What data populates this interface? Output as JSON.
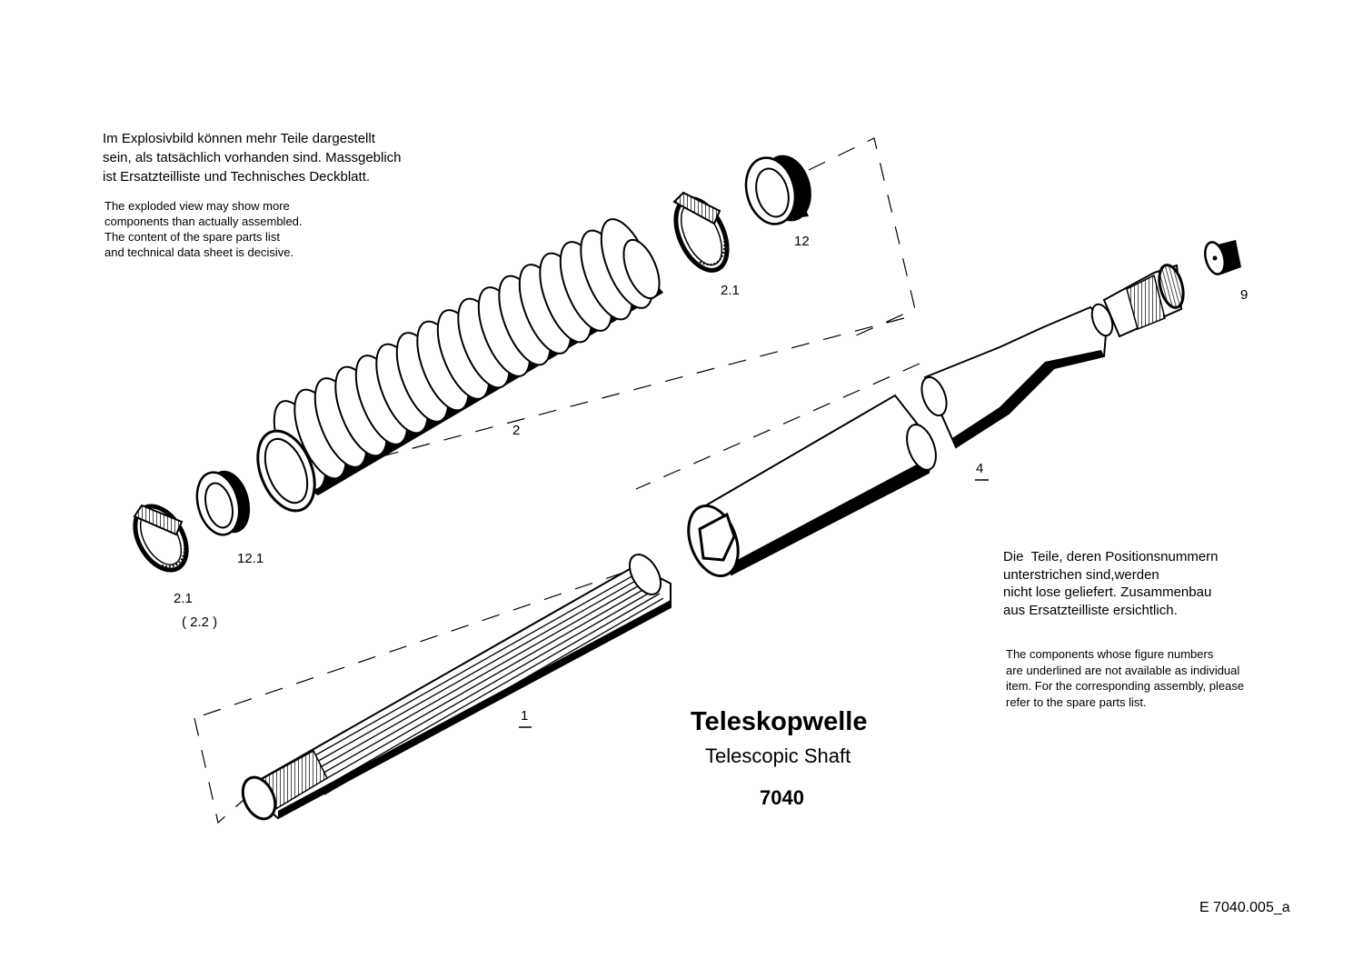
{
  "notes": {
    "explosion_de": "Im Explosivbild können mehr Teile dargestellt\nsein, als tatsächlich vorhanden sind. Massgeblich\nist Ersatzteilliste und Technisches Deckblatt.",
    "explosion_en": "The exploded view may show more\ncomponents than actually assembled.\nThe content of the spare parts list\nand technical data sheet is decisive.",
    "underline_de": "Die  Teile, deren Positionsnummern\nunterstrichen sind,werden\nnicht lose geliefert. Zusammenbau\naus Ersatzteilliste ersichtlich.",
    "underline_en": "The components whose figure numbers\nare underlined are not available as individual\nitem. For the corresponding assembly, please\nrefer to the spare parts list."
  },
  "labels": {
    "p12": "12",
    "p2_1_top": "2.1",
    "p9": "9",
    "p2": "2",
    "p4": "4",
    "p12_1": "12.1",
    "p2_1_bottom": "2.1",
    "p2_2": "( 2.2 )",
    "p1": "1"
  },
  "title": {
    "de": "Teleskopwelle",
    "en": "Telescopic Shaft",
    "code": "7040"
  },
  "document_ref": "E 7040.005_a"
}
